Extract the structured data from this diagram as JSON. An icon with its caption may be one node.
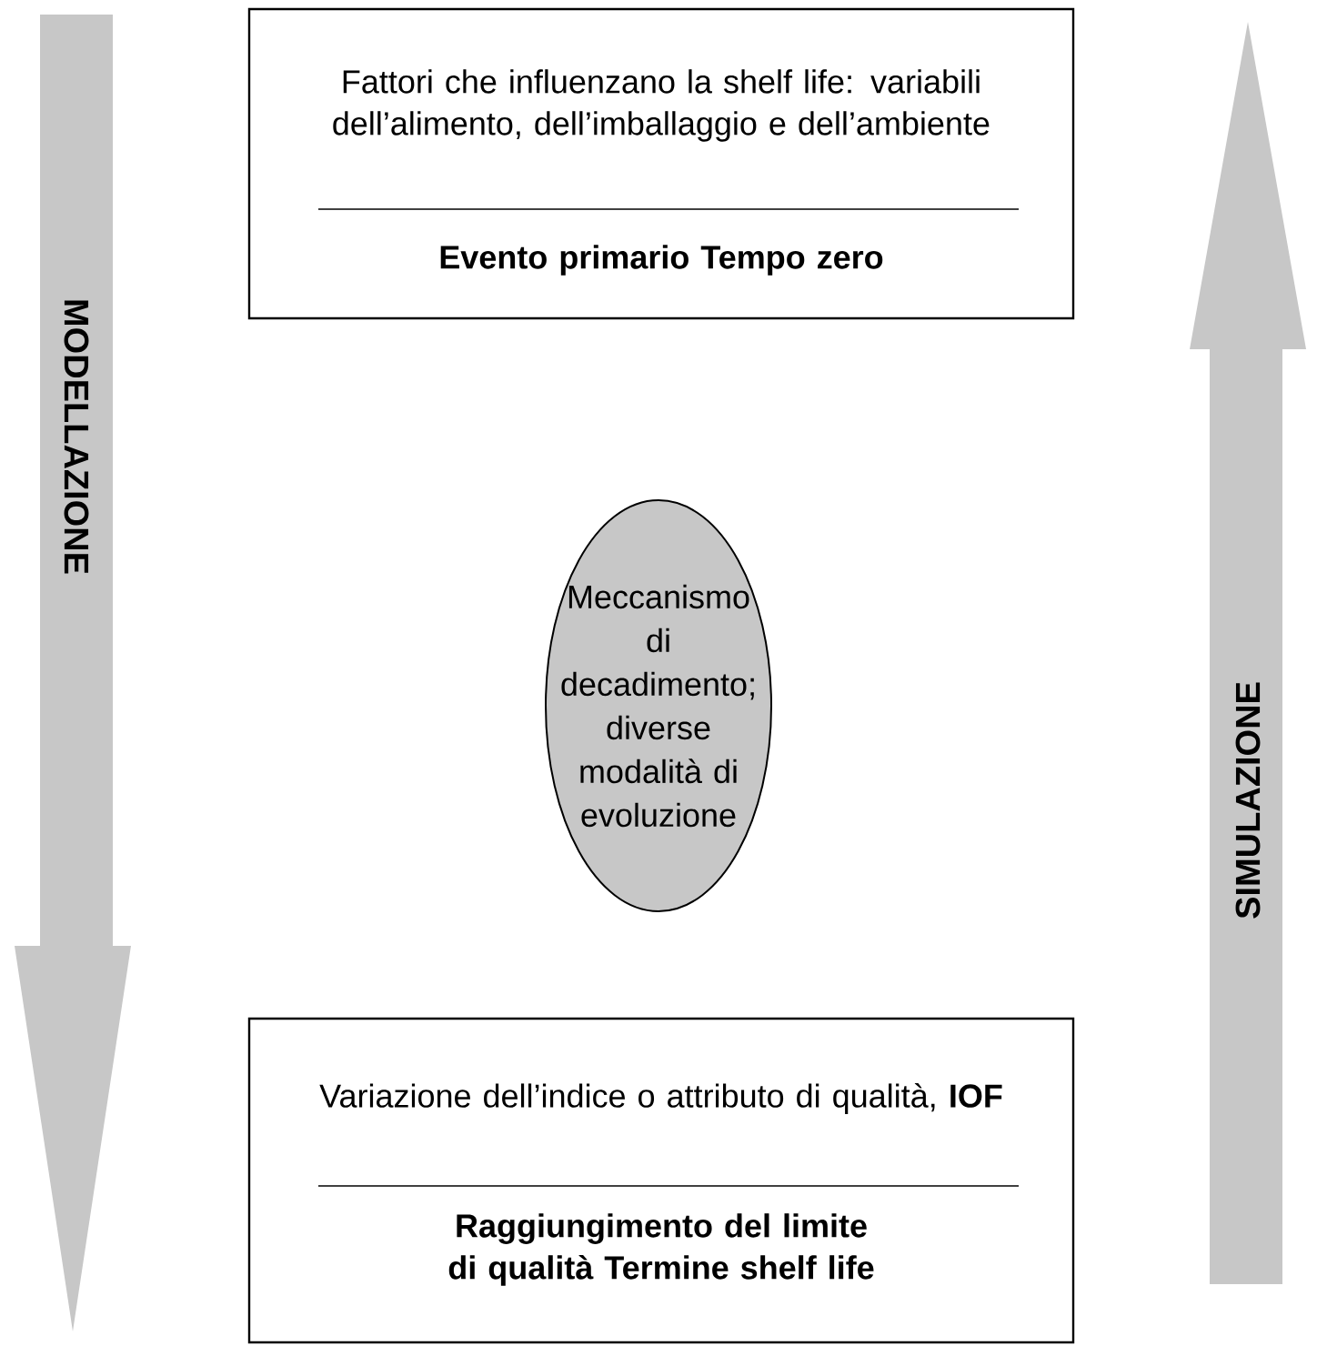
{
  "diagram": {
    "nodes": [
      {
        "text": [
          "Fattori che influenzano la shelf life: variabili dell’alimento, dell’imballaggio e dell’ambiente",
          "Evento primario Tempo zero"
        ]
      },
      {
        "text": [
          "Meccanismo di decadimento; diverse modalità di evoluzione"
        ]
      },
      {
        "text": [
          "Variazione dell’indice o attributo di qualità, **IOF**",
          "Raggiungimento del limite di qualità Termine shelf life"
        ]
      }
    ],
    "labels": [
      "MODELLAZIONE",
      "SIMULAZIONE"
    ]
  }
}
